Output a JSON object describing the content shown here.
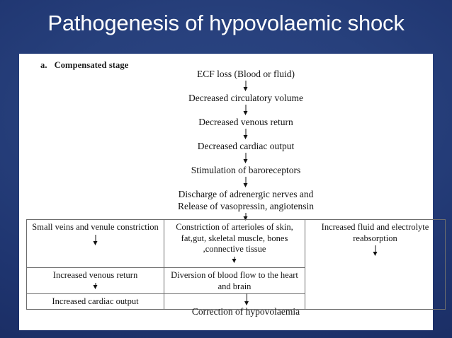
{
  "slide": {
    "title": "Pathogenesis of hypovolaemic shock",
    "background_color": "#233d79",
    "title_color": "#ffffff",
    "panel_color": "#ffffff"
  },
  "diagram": {
    "stage": {
      "letter": "a.",
      "label": "Compensated stage"
    },
    "arrow_glyph": "↓",
    "flow_steps": [
      "ECF loss (Blood or fluid)",
      "Decreased circulatory volume",
      "Decreased venous return",
      "Decreased cardiac output",
      "Stimulation of baroreceptors"
    ],
    "branch_header_line1": "Discharge of adrenergic nerves and",
    "branch_header_line2": "Release of vasopressin, angiotensin",
    "table": {
      "columns": [
        {
          "name": "venous-constriction-column",
          "cells": [
            "Small veins and venule constriction",
            "Increased venous return",
            "Increased cardiac output"
          ]
        },
        {
          "name": "arteriolar-constriction-column",
          "cells": [
            "Constriction of arterioles of skin, fat,gut, skeletal muscle, bones ,connective tissue",
            "Diversion of blood flow to the heart and brain",
            ""
          ]
        },
        {
          "name": "fluid-reabsorption-column",
          "cells": [
            "Increased fluid and electrolyte reabsorption"
          ]
        }
      ]
    },
    "outcome": "Correction of hypovolaemia"
  }
}
